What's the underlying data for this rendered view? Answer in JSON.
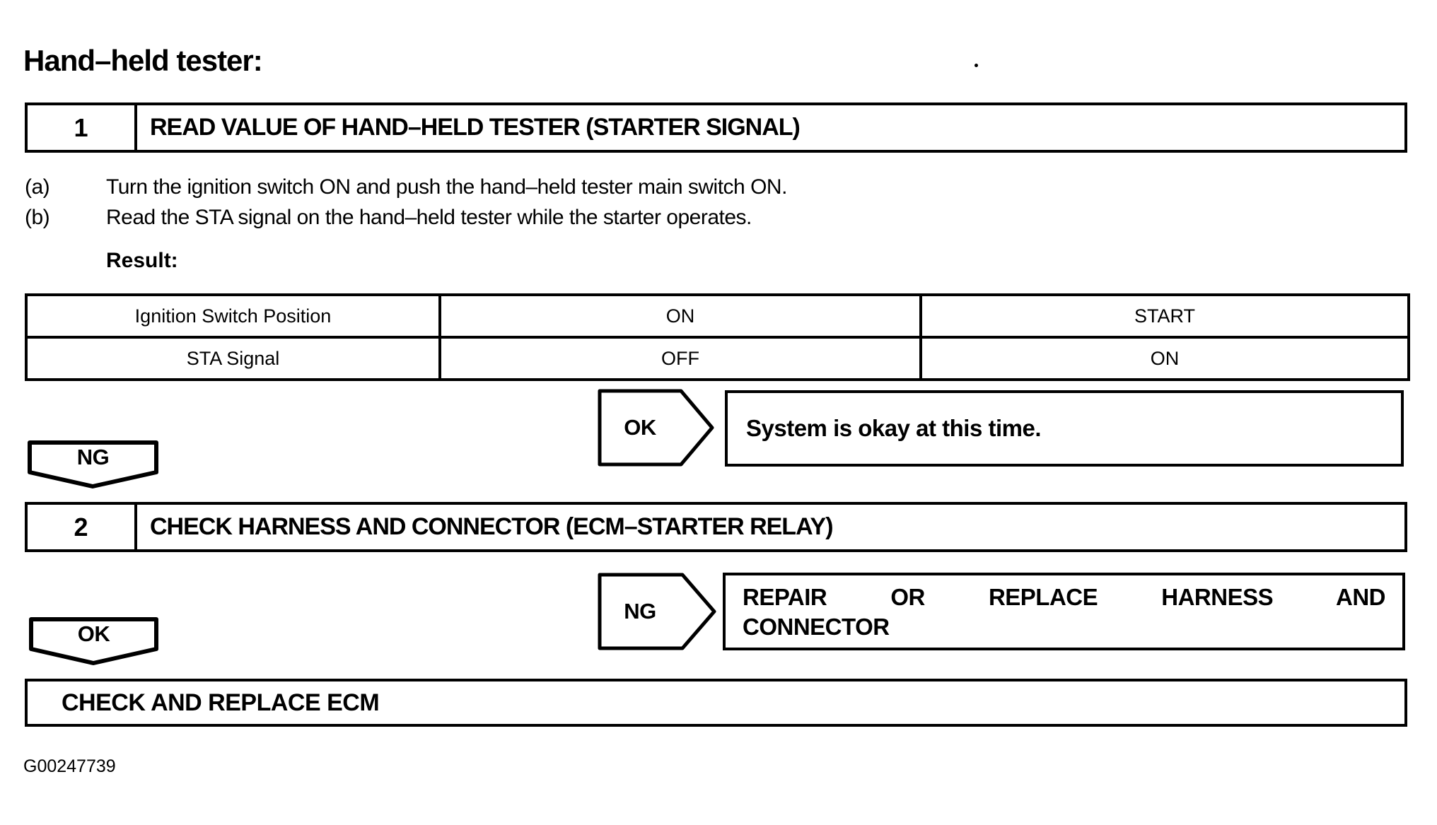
{
  "page": {
    "title": "Hand–held tester:",
    "figure_id": "G00247739"
  },
  "step1": {
    "number": "1",
    "title": "READ VALUE OF HAND–HELD TESTER (STARTER SIGNAL)",
    "instructions": [
      {
        "label": "(a)",
        "text": "Turn the ignition switch ON and push the hand–held tester main switch ON."
      },
      {
        "label": "(b)",
        "text": "Read the STA signal on the hand–held tester while the starter operates."
      }
    ],
    "result_label": "Result:",
    "result_table": {
      "rows": [
        [
          "Ignition Switch Position",
          "ON",
          "START"
        ],
        [
          "STA Signal",
          "OFF",
          "ON"
        ]
      ]
    },
    "ok_branch": {
      "connector": "OK",
      "outcome": "System is okay at this time."
    },
    "ng_branch": {
      "connector": "NG"
    }
  },
  "step2": {
    "number": "2",
    "title": "CHECK HARNESS AND CONNECTOR (ECM–STARTER RELAY)",
    "ng_branch": {
      "connector": "NG",
      "outcome_line1": "REPAIR OR REPLACE HARNESS AND",
      "outcome_line2": "CONNECTOR"
    },
    "ok_branch": {
      "connector": "OK",
      "outcome": "CHECK AND REPLACE ECM"
    }
  },
  "colors": {
    "ink": "#000000",
    "paper": "#ffffff"
  }
}
